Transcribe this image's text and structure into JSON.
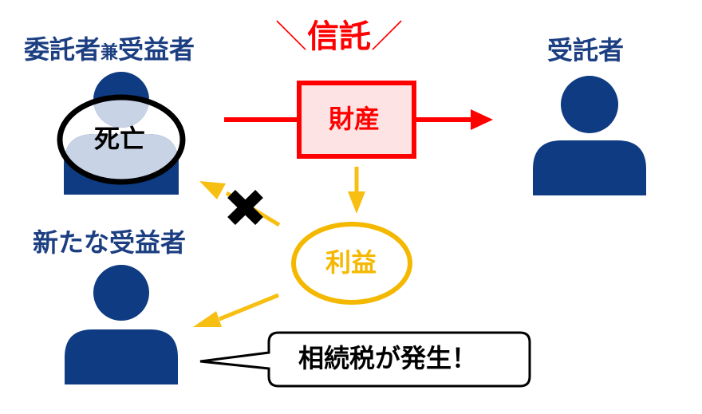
{
  "trust": {
    "slash_left": "＼",
    "title": "信託",
    "slash_right": "／"
  },
  "settlor_beneficiary": {
    "label_prefix": "委託者",
    "label_small": "兼",
    "label_suffix": "受益者",
    "status": "死亡"
  },
  "trustee": {
    "label": "受託者"
  },
  "property": {
    "label": "財産"
  },
  "profit": {
    "label": "利益"
  },
  "new_beneficiary": {
    "label": "新たな受益者"
  },
  "speech": {
    "text": "相続税が発生！"
  },
  "colors": {
    "navy": "#1c3f82",
    "person": "#0e3b82",
    "person_faded": "#c8d3e6",
    "red": "#ff0000",
    "red_fill": "#fde3e3",
    "gold": "#f5b800",
    "gold_arrow": "#f7bf12",
    "black": "#000000"
  },
  "icons": [
    "person-icon",
    "cross-icon",
    "arrow-icon"
  ]
}
